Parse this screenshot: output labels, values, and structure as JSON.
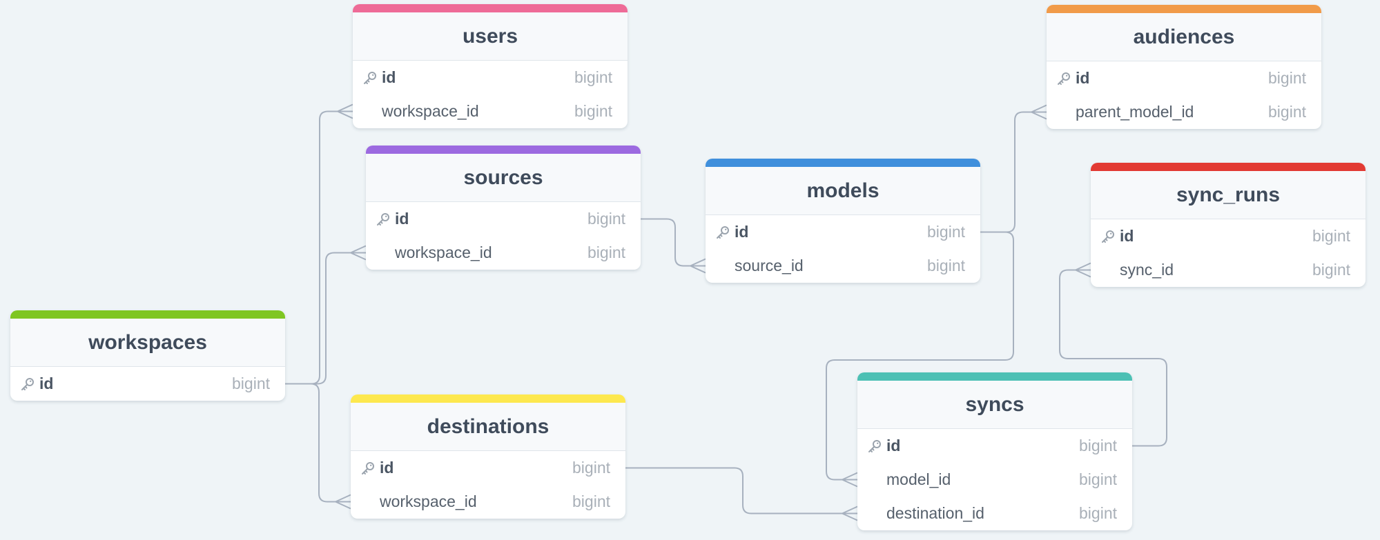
{
  "colors": {
    "background": "#eff4f7",
    "edge": "#a7b1bf",
    "users": "#ee6b97",
    "sources": "#9c6ae0",
    "workspaces": "#7fc622",
    "destinations": "#fde84e",
    "models": "#3f8fdc",
    "audiences": "#f19b49",
    "sync_runs": "#e23a33",
    "syncs": "#4cc0b4"
  },
  "tables": [
    {
      "key": "users",
      "title": "users",
      "color": "#ee6b97",
      "columns": [
        {
          "name": "id",
          "type": "bigint",
          "pk": true
        },
        {
          "name": "workspace_id",
          "type": "bigint",
          "pk": false
        }
      ]
    },
    {
      "key": "sources",
      "title": "sources",
      "color": "#9c6ae0",
      "columns": [
        {
          "name": "id",
          "type": "bigint",
          "pk": true
        },
        {
          "name": "workspace_id",
          "type": "bigint",
          "pk": false
        }
      ]
    },
    {
      "key": "workspaces",
      "title": "workspaces",
      "color": "#7fc622",
      "columns": [
        {
          "name": "id",
          "type": "bigint",
          "pk": true
        }
      ]
    },
    {
      "key": "destinations",
      "title": "destinations",
      "color": "#fde84e",
      "columns": [
        {
          "name": "id",
          "type": "bigint",
          "pk": true
        },
        {
          "name": "workspace_id",
          "type": "bigint",
          "pk": false
        }
      ]
    },
    {
      "key": "models",
      "title": "models",
      "color": "#3f8fdc",
      "columns": [
        {
          "name": "id",
          "type": "bigint",
          "pk": true
        },
        {
          "name": "source_id",
          "type": "bigint",
          "pk": false
        }
      ]
    },
    {
      "key": "audiences",
      "title": "audiences",
      "color": "#f19b49",
      "columns": [
        {
          "name": "id",
          "type": "bigint",
          "pk": true
        },
        {
          "name": "parent_model_id",
          "type": "bigint",
          "pk": false
        }
      ]
    },
    {
      "key": "sync_runs",
      "title": "sync_runs",
      "color": "#e23a33",
      "columns": [
        {
          "name": "id",
          "type": "bigint",
          "pk": true
        },
        {
          "name": "sync_id",
          "type": "bigint",
          "pk": false
        }
      ]
    },
    {
      "key": "syncs",
      "title": "syncs",
      "color": "#4cc0b4",
      "columns": [
        {
          "name": "id",
          "type": "bigint",
          "pk": true
        },
        {
          "name": "model_id",
          "type": "bigint",
          "pk": false
        },
        {
          "name": "destination_id",
          "type": "bigint",
          "pk": false
        }
      ]
    }
  ],
  "relations": [
    {
      "from": "workspaces.id",
      "to": "users.workspace_id",
      "cardinality": "one-to-many"
    },
    {
      "from": "workspaces.id",
      "to": "sources.workspace_id",
      "cardinality": "one-to-many"
    },
    {
      "from": "workspaces.id",
      "to": "destinations.workspace_id",
      "cardinality": "one-to-many"
    },
    {
      "from": "sources.id",
      "to": "models.source_id",
      "cardinality": "one-to-many"
    },
    {
      "from": "models.id",
      "to": "audiences.parent_model_id",
      "cardinality": "one-to-many"
    },
    {
      "from": "models.id",
      "to": "syncs.model_id",
      "cardinality": "one-to-many"
    },
    {
      "from": "destinations.id",
      "to": "syncs.destination_id",
      "cardinality": "one-to-many"
    },
    {
      "from": "syncs.id",
      "to": "sync_runs.sync_id",
      "cardinality": "one-to-many"
    }
  ]
}
